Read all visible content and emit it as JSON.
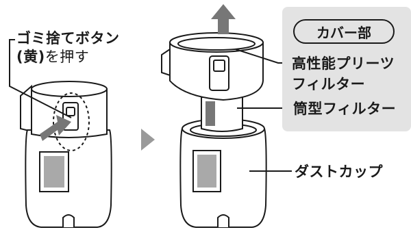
{
  "labels": {
    "release_button_line1": "ゴミ捨てボタン",
    "release_button_line2_prefix": "(黄)",
    "release_button_line2_suffix": "を押す",
    "cover_section": "カバー部",
    "pleated_filter_line1": "高性能プリーツ",
    "pleated_filter_line2": "フィルター",
    "cylinder_filter": "筒型フィルター",
    "dust_cup": "ダストカップ"
  },
  "colors": {
    "panel": "#e3e3e3",
    "ink": "#1a1a1a",
    "arrow": "#777777",
    "body_fill": "#ffffff",
    "accent_gray": "#a9a9a9"
  },
  "icons": {
    "push_arrow": "right-arrow-icon",
    "step_arrow": "play-triangle-icon",
    "lift_arrow": "up-arrow-icon"
  }
}
